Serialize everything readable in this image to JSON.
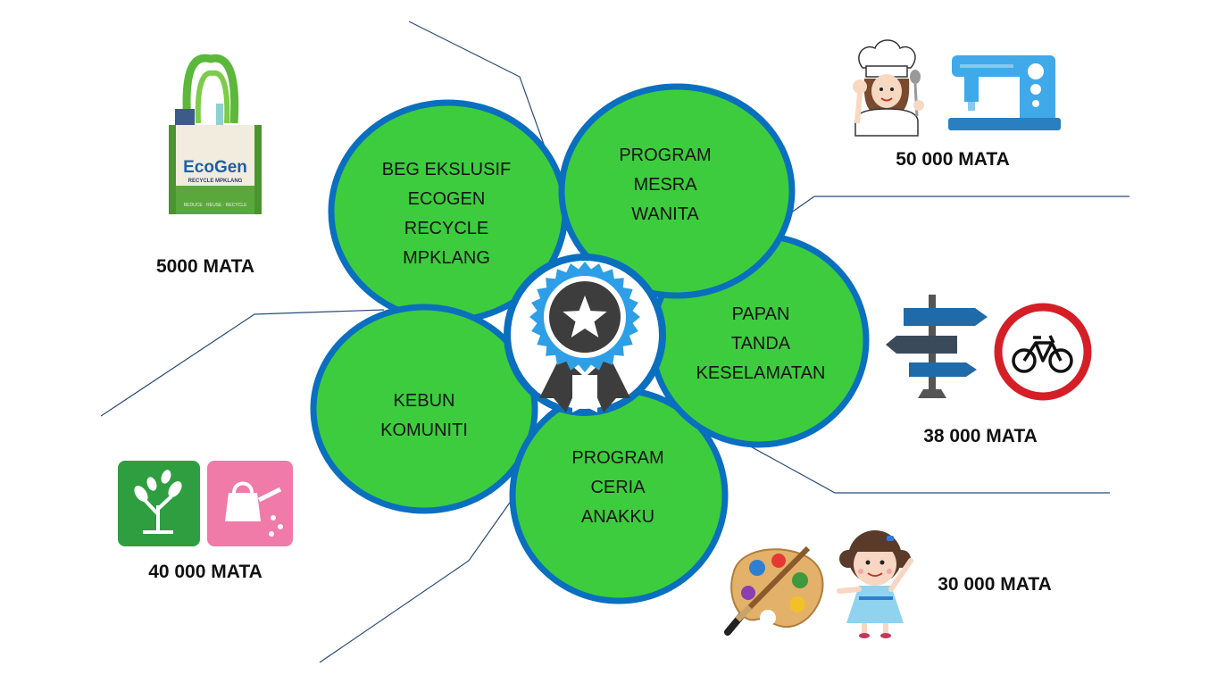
{
  "colors": {
    "petal_fill": "#3dcc3d",
    "petal_stroke": "#0a6fbf",
    "connector": "#2a4a7a",
    "badge_blue": "#2e9fe6",
    "badge_dark": "#3d3d3d"
  },
  "center_icon": "award-ribbon-star-icon",
  "petals": [
    {
      "id": "beg",
      "lines": [
        "BEG EKSLUSIF",
        "ECOGEN",
        "RECYCLE",
        "MPKLANG"
      ],
      "points": "5000 MATA",
      "icons": [
        "ecogen-tote-bag-icon"
      ]
    },
    {
      "id": "wanita",
      "lines": [
        "PROGRAM",
        "MESRA",
        "WANITA"
      ],
      "points": "50 000 MATA",
      "icons": [
        "chef-woman-icon",
        "sewing-machine-icon"
      ]
    },
    {
      "id": "papan",
      "lines": [
        "PAPAN",
        "TANDA",
        "KESELAMATAN"
      ],
      "points": "38 000 MATA",
      "icons": [
        "direction-signpost-icon",
        "no-bicycle-sign-icon"
      ]
    },
    {
      "id": "anakku",
      "lines": [
        "PROGRAM",
        "CERIA",
        "ANAKKU"
      ],
      "points": "30 000 MATA",
      "icons": [
        "paint-palette-icon",
        "happy-girl-icon"
      ]
    },
    {
      "id": "kebun",
      "lines": [
        "KEBUN",
        "KOMUNITI"
      ],
      "points": "40 000 MATA",
      "icons": [
        "plant-tile-icon",
        "watering-can-tile-icon"
      ]
    }
  ],
  "bag": {
    "brand_main": "EcoGen",
    "brand_sub": "RECYCLE MPKLANG",
    "footer": "REDUCE · REUSE · RECYCLE"
  }
}
